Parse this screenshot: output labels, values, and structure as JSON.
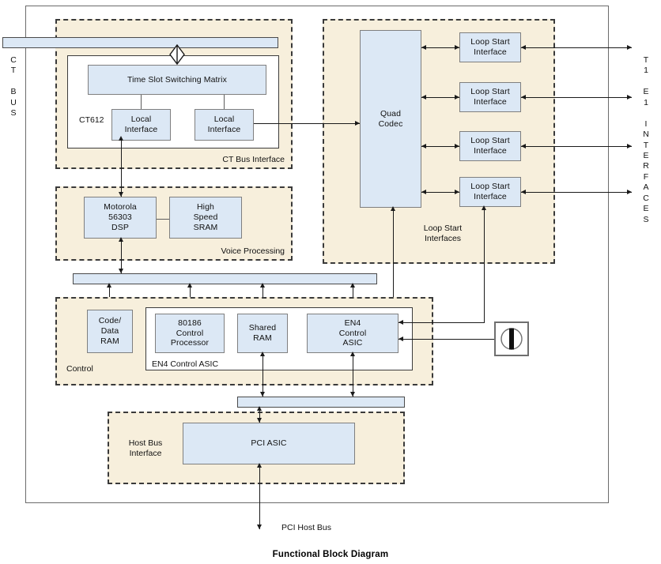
{
  "diagram": {
    "caption": "Functional Block Diagram",
    "edge_labels": {
      "ct_bus": "C\nT\n\nB\nU\nS",
      "t1e1": "T\n1\n\nE\n1\n\nI\nN\nT\nE\nR\nF\nA\nC\nE\nS",
      "pci_host_bus": "PCI Host Bus"
    },
    "groups": [
      {
        "id": "ct-bus-interface",
        "label": "CT Bus Interface"
      },
      {
        "id": "loop-start-interfaces",
        "label": "Loop Start\nInterfaces"
      },
      {
        "id": "voice-processing",
        "label": "Voice Processing"
      },
      {
        "id": "control",
        "label": "Control"
      },
      {
        "id": "host-bus-interface",
        "label": "Host Bus\nInterface"
      }
    ],
    "inner_labels": {
      "ct612": "CT612",
      "en4_control_asic": "EN4 Control ASIC"
    },
    "blocks": {
      "time_slot_switching_matrix": "Time Slot Switching Matrix",
      "local_interface_left": "Local\nInterface",
      "local_interface_right": "Local\nInterface",
      "quad_codec": "Quad\nCodec",
      "loop_start_1": "Loop Start\nInterface",
      "loop_start_2": "Loop Start\nInterface",
      "loop_start_3": "Loop Start\nInterface",
      "loop_start_4": "Loop Start\nInterface",
      "motorola_dsp": "Motorola\n56303\nDSP",
      "high_speed_sram": "High\nSpeed\nSRAM",
      "code_data_ram": "Code/\nData\nRAM",
      "control_processor": "80186\nControl\nProcessor",
      "shared_ram": "Shared\nRAM",
      "en4_control_asic": "EN4\nControl\nASIC",
      "pci_asic": "PCI ASIC"
    },
    "colors": {
      "block_fill": "#dce8f5",
      "block_stroke": "#7f7f7f",
      "group_fill": "#f7efdc",
      "group_stroke": "#3a3a3a",
      "frame_stroke": "#6b6b6b",
      "line": "#1a1a1a"
    }
  }
}
